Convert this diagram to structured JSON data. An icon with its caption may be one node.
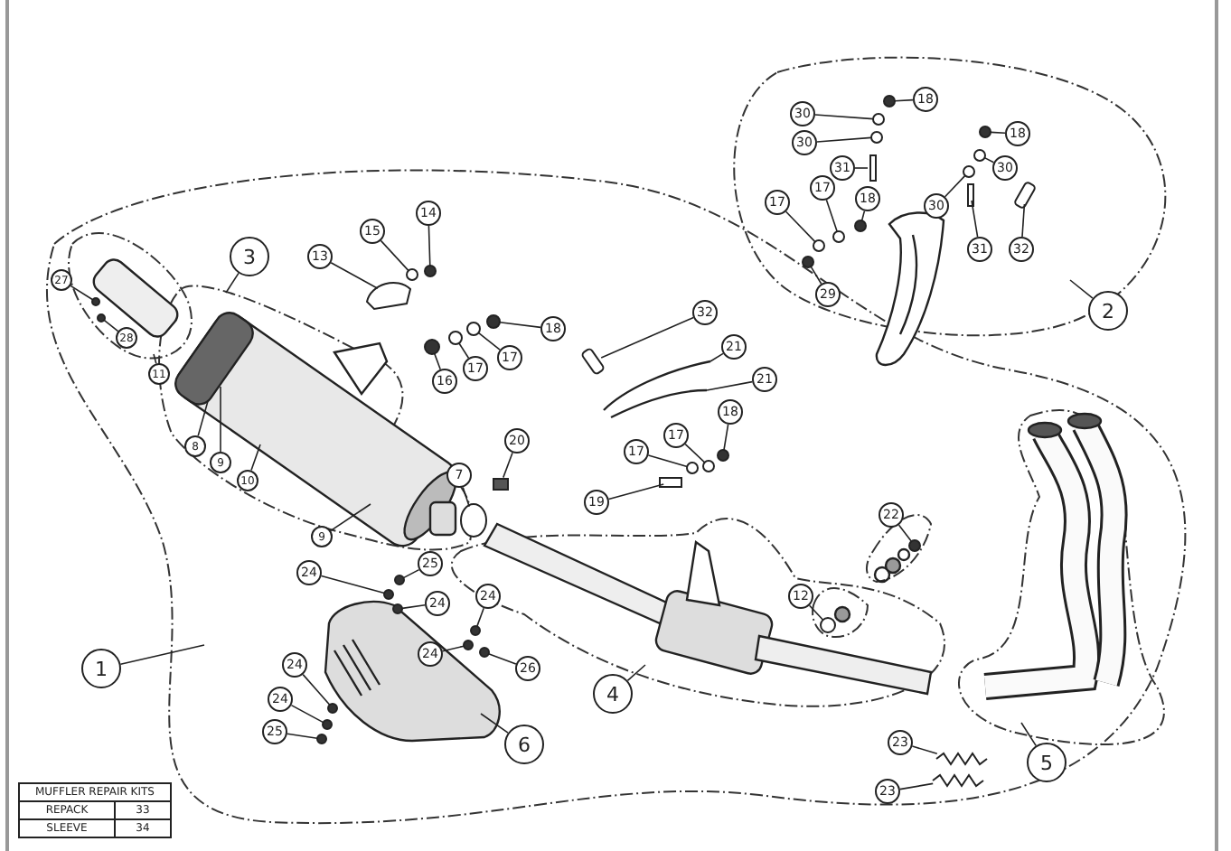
{
  "diagram": {
    "nodes": [
      {
        "text": [
          "18"
        ]
      },
      {
        "text": [
          "30"
        ]
      },
      {
        "text": [
          "18"
        ]
      },
      {
        "text": [
          "30"
        ]
      },
      {
        "text": [
          "31"
        ]
      },
      {
        "text": [
          "30"
        ]
      },
      {
        "text": [
          "17"
        ]
      },
      {
        "text": [
          "18"
        ]
      },
      {
        "text": [
          "17"
        ]
      },
      {
        "text": [
          "30"
        ]
      },
      {
        "text": [
          "14"
        ]
      },
      {
        "text": [
          "15"
        ]
      },
      {
        "text": [
          "31"
        ]
      },
      {
        "text": [
          "32"
        ]
      },
      {
        "text": [
          "3"
        ]
      },
      {
        "text": [
          "13"
        ]
      },
      {
        "text": [
          "29"
        ]
      },
      {
        "text": [
          "27"
        ]
      },
      {
        "text": [
          "2"
        ]
      },
      {
        "text": [
          "32"
        ]
      },
      {
        "text": [
          "28"
        ]
      },
      {
        "text": [
          "18"
        ]
      },
      {
        "text": [
          "21"
        ]
      },
      {
        "text": [
          "17"
        ]
      },
      {
        "text": [
          "17"
        ]
      },
      {
        "text": [
          "11"
        ]
      },
      {
        "text": [
          "21"
        ]
      },
      {
        "text": [
          "16"
        ]
      },
      {
        "text": [
          "18"
        ]
      },
      {
        "text": [
          "17"
        ]
      },
      {
        "text": [
          "8"
        ]
      },
      {
        "text": [
          "20"
        ]
      },
      {
        "text": [
          "17"
        ]
      },
      {
        "text": [
          "9"
        ]
      },
      {
        "text": [
          "7"
        ]
      },
      {
        "text": [
          "10"
        ]
      },
      {
        "text": [
          "19"
        ]
      },
      {
        "text": [
          "22"
        ]
      },
      {
        "text": [
          "9"
        ]
      },
      {
        "text": [
          "25"
        ]
      },
      {
        "text": [
          "24"
        ]
      },
      {
        "text": [
          "12"
        ]
      },
      {
        "text": [
          "24"
        ]
      },
      {
        "text": [
          "24"
        ]
      },
      {
        "text": [
          "24"
        ]
      },
      {
        "text": [
          "26"
        ]
      },
      {
        "text": [
          "24"
        ]
      },
      {
        "text": [
          "1"
        ]
      },
      {
        "text": [
          "4"
        ]
      },
      {
        "text": [
          "24"
        ]
      },
      {
        "text": [
          "25"
        ]
      },
      {
        "text": [
          "6"
        ]
      },
      {
        "text": [
          "23"
        ]
      },
      {
        "text": [
          "5"
        ]
      },
      {
        "text": [
          "23"
        ]
      },
      {
        "text": [],
        "shape": "circle"
      },
      {
        "text": [],
        "shape": "circle"
      },
      {
        "text": [],
        "shape": "circle"
      },
      {
        "text": [],
        "shape": "circle"
      },
      {
        "text": [],
        "shape": "bar"
      },
      {
        "text": [],
        "shape": "circle"
      },
      {
        "text": [],
        "shape": "circle"
      },
      {
        "text": [],
        "shape": "circle"
      },
      {
        "text": [],
        "shape": "circle"
      },
      {
        "text": [],
        "shape": "circle"
      },
      {
        "text": [],
        "shape": "bar"
      },
      {
        "text": [],
        "shape": "box"
      },
      {
        "text": [],
        "shape": "circle"
      },
      {
        "text": [],
        "shape": "circle"
      },
      {
        "text": [],
        "shape": "circle"
      },
      {
        "text": [],
        "shape": "picture"
      },
      {
        "text": [],
        "shape": "circle"
      },
      {
        "text": [],
        "shape": "circle"
      },
      {
        "text": [],
        "shape": "circle"
      },
      {
        "text": [],
        "shape": "circle"
      },
      {
        "text": [],
        "shape": "circle"
      },
      {
        "text": [],
        "shape": "circle"
      },
      {
        "text": [],
        "shape": "box"
      },
      {
        "text": [],
        "shape": "circle"
      },
      {
        "text": [],
        "shape": "circle"
      },
      {
        "text": [],
        "shape": "circle"
      },
      {
        "text": [],
        "shape": "bar"
      },
      {
        "text": [],
        "shape": "box"
      },
      {
        "text": [],
        "shape": "circle"
      },
      {
        "text": [],
        "shape": "circle"
      },
      {
        "text": [],
        "shape": "circle"
      },
      {
        "text": [],
        "shape": "circle"
      },
      {
        "text": [],
        "shape": "circle"
      },
      {
        "text": [],
        "shape": "circle"
      },
      {
        "text": [],
        "shape": "circle"
      },
      {
        "text": [],
        "shape": "circle"
      },
      {
        "text": [],
        "shape": "circle"
      },
      {
        "text": [],
        "shape": "circle"
      },
      {
        "text": [],
        "shape": "circle"
      },
      {
        "text": [],
        "shape": "circle"
      },
      {
        "text": [],
        "shape": "picture"
      },
      {
        "text": [],
        "shape": "picture"
      },
      {
        "text": [],
        "shape": "picture"
      },
      {
        "text": [],
        "shape": "picture"
      }
    ],
    "edges": [
      {
        "from": 0,
        "to": 55,
        "arrow": "none"
      },
      {
        "from": 1,
        "to": 56,
        "arrow": "none"
      },
      {
        "from": 2,
        "to": 57,
        "arrow": "none"
      },
      {
        "from": 3,
        "to": 58,
        "arrow": "none"
      },
      {
        "from": 4,
        "to": 59,
        "arrow": "none"
      },
      {
        "from": 5,
        "to": 60,
        "arrow": "none"
      },
      {
        "from": 6,
        "to": 61,
        "arrow": "none"
      },
      {
        "from": 7,
        "to": 62,
        "arrow": "none"
      },
      {
        "from": 8,
        "to": 63,
        "arrow": "none"
      },
      {
        "from": 9,
        "to": 64,
        "arrow": "none"
      },
      {
        "from": 10,
        "to": 68,
        "arrow": "none"
      },
      {
        "from": 11,
        "to": 69,
        "arrow": "none"
      },
      {
        "from": 12,
        "to": 65,
        "arrow": "none"
      },
      {
        "from": 13,
        "to": 66,
        "arrow": "none"
      },
      {
        "from": 14,
        "to": null,
        "arrow": "none"
      },
      {
        "from": 15,
        "to": 70,
        "arrow": "none"
      },
      {
        "from": 16,
        "to": 67,
        "arrow": "none"
      },
      {
        "from": 17,
        "to": 71,
        "arrow": "none"
      },
      {
        "from": 18,
        "to": null,
        "arrow": "none"
      },
      {
        "from": 19,
        "to": 77,
        "arrow": "none"
      },
      {
        "from": 20,
        "to": 72,
        "arrow": "none"
      },
      {
        "from": 21,
        "to": 73,
        "arrow": "none"
      },
      {
        "from": 22,
        "to": 97,
        "arrow": "none"
      },
      {
        "from": 23,
        "to": 74,
        "arrow": "none"
      },
      {
        "from": 24,
        "to": 75,
        "arrow": "none"
      },
      {
        "from": 25,
        "to": null,
        "arrow": "none"
      },
      {
        "from": 26,
        "to": 98,
        "arrow": "none"
      },
      {
        "from": 27,
        "to": 76,
        "arrow": "none"
      },
      {
        "from": 28,
        "to": 78,
        "arrow": "none"
      },
      {
        "from": 29,
        "to": 79,
        "arrow": "none"
      },
      {
        "from": 30,
        "to": null,
        "arrow": "none"
      },
      {
        "from": 31,
        "to": 82,
        "arrow": "none"
      },
      {
        "from": 32,
        "to": 80,
        "arrow": "none"
      },
      {
        "from": 33,
        "to": null,
        "arrow": "none"
      },
      {
        "from": 34,
        "to": 83,
        "arrow": "none"
      },
      {
        "from": 35,
        "to": null,
        "arrow": "none"
      },
      {
        "from": 36,
        "to": 81,
        "arrow": "none"
      },
      {
        "from": 37,
        "to": 84,
        "arrow": "none"
      },
      {
        "from": 38,
        "to": null,
        "arrow": "none"
      },
      {
        "from": 39,
        "to": 86,
        "arrow": "none"
      },
      {
        "from": 40,
        "to": 87,
        "arrow": "none"
      },
      {
        "from": 41,
        "to": 85,
        "arrow": "none"
      },
      {
        "from": 42,
        "to": 88,
        "arrow": "none"
      },
      {
        "from": 43,
        "to": 89,
        "arrow": "none"
      },
      {
        "from": 44,
        "to": 90,
        "arrow": "none"
      },
      {
        "from": 45,
        "to": 91,
        "arrow": "none"
      },
      {
        "from": 46,
        "to": 92,
        "arrow": "none"
      },
      {
        "from": 47,
        "to": null,
        "arrow": "none"
      },
      {
        "from": 48,
        "to": null,
        "arrow": "none"
      },
      {
        "from": 49,
        "to": 93,
        "arrow": "none"
      },
      {
        "from": 50,
        "to": 94,
        "arrow": "none"
      },
      {
        "from": 51,
        "to": null,
        "arrow": "none"
      },
      {
        "from": 52,
        "to": 95,
        "arrow": "none"
      },
      {
        "from": 53,
        "to": null,
        "arrow": "none"
      },
      {
        "from": 54,
        "to": 96,
        "arrow": "none"
      }
    ],
    "labels": [
      "MUFFLER REPAIR KITS",
      "REPACK",
      "33",
      "SLEEVE",
      "34"
    ]
  }
}
